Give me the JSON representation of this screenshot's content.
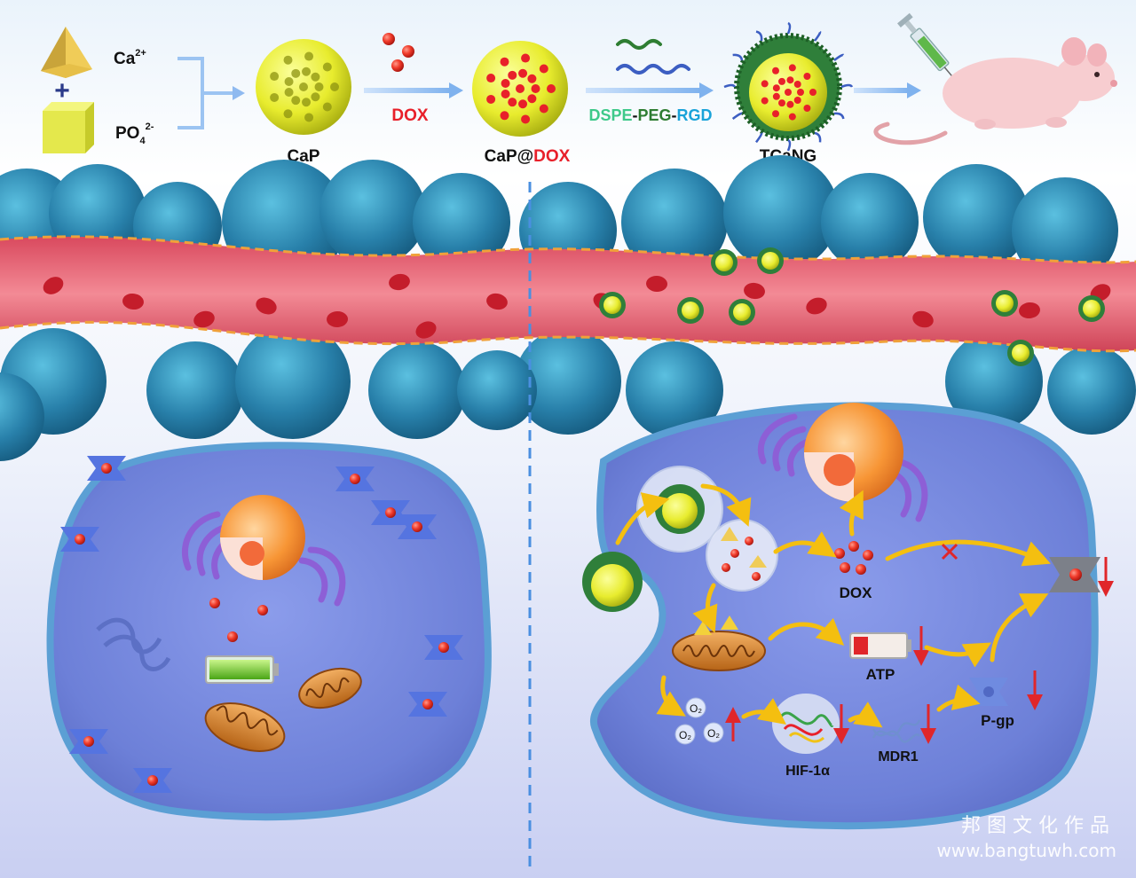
{
  "synthesis": {
    "ion_top": "Ca",
    "ion_top_sup": "2+",
    "plus": "+",
    "ion_bottom": "PO",
    "ion_bottom_sub": "4",
    "ion_bottom_sup": "2-",
    "cap_label": "CaP",
    "dox_step_label": "DOX",
    "capdox_prefix": "CaP@",
    "capdox_suffix": "DOX",
    "ligand_part1": "DSPE",
    "ligand_sep1": "-",
    "ligand_part2": "PEG",
    "ligand_sep2": "-",
    "ligand_part3": "RGD",
    "tcang_label": "TCaNG"
  },
  "mechanism": {
    "dox": "DOX",
    "atp": "ATP",
    "pgp": "P-gp",
    "mdr1": "MDR1",
    "hif": "HIF-1α",
    "o2": "O₂"
  },
  "watermark": {
    "cn": "邦 图 文 化 作 品",
    "url": "www.bangtuwh.com"
  },
  "colors": {
    "dox_red": "#e8202a",
    "dspe_green": "#3ec98a",
    "peg_green": "#2e7d32",
    "rgd_blue": "#1aa3d9",
    "cell_blue": "#6f83d8",
    "vessel_pink": "#e96b7a",
    "tumor_teal": "#2b7fa6",
    "arrow_yellow": "#f6c21c",
    "down_arrow_red": "#e0262a"
  }
}
